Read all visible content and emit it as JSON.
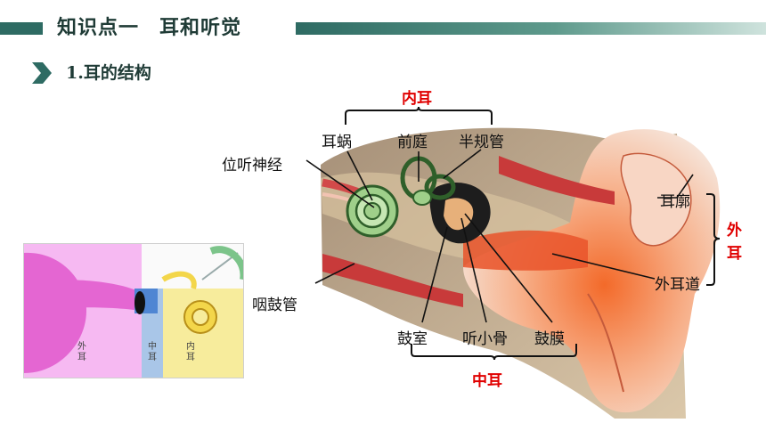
{
  "header": {
    "title": "知识点一　耳和听觉"
  },
  "section": {
    "title": "1.耳的结构"
  },
  "groups": {
    "inner": "内耳",
    "middle": "中耳",
    "outer_line1": "外",
    "outer_line2": "耳"
  },
  "labels": {
    "cochlea": "耳蜗",
    "vestibule": "前庭",
    "canals": "半规管",
    "nerve": "位听神经",
    "tube": "咽鼓管",
    "cavity": "鼓室",
    "ossicles": "听小骨",
    "eardrum": "鼓膜",
    "pinna": "耳廓",
    "canal": "外耳道"
  },
  "small_diagram": {
    "outer": "外耳",
    "middle": "中耳",
    "inner": "内耳"
  },
  "colors": {
    "accent": "#2e6b63",
    "red": "#e00000"
  }
}
